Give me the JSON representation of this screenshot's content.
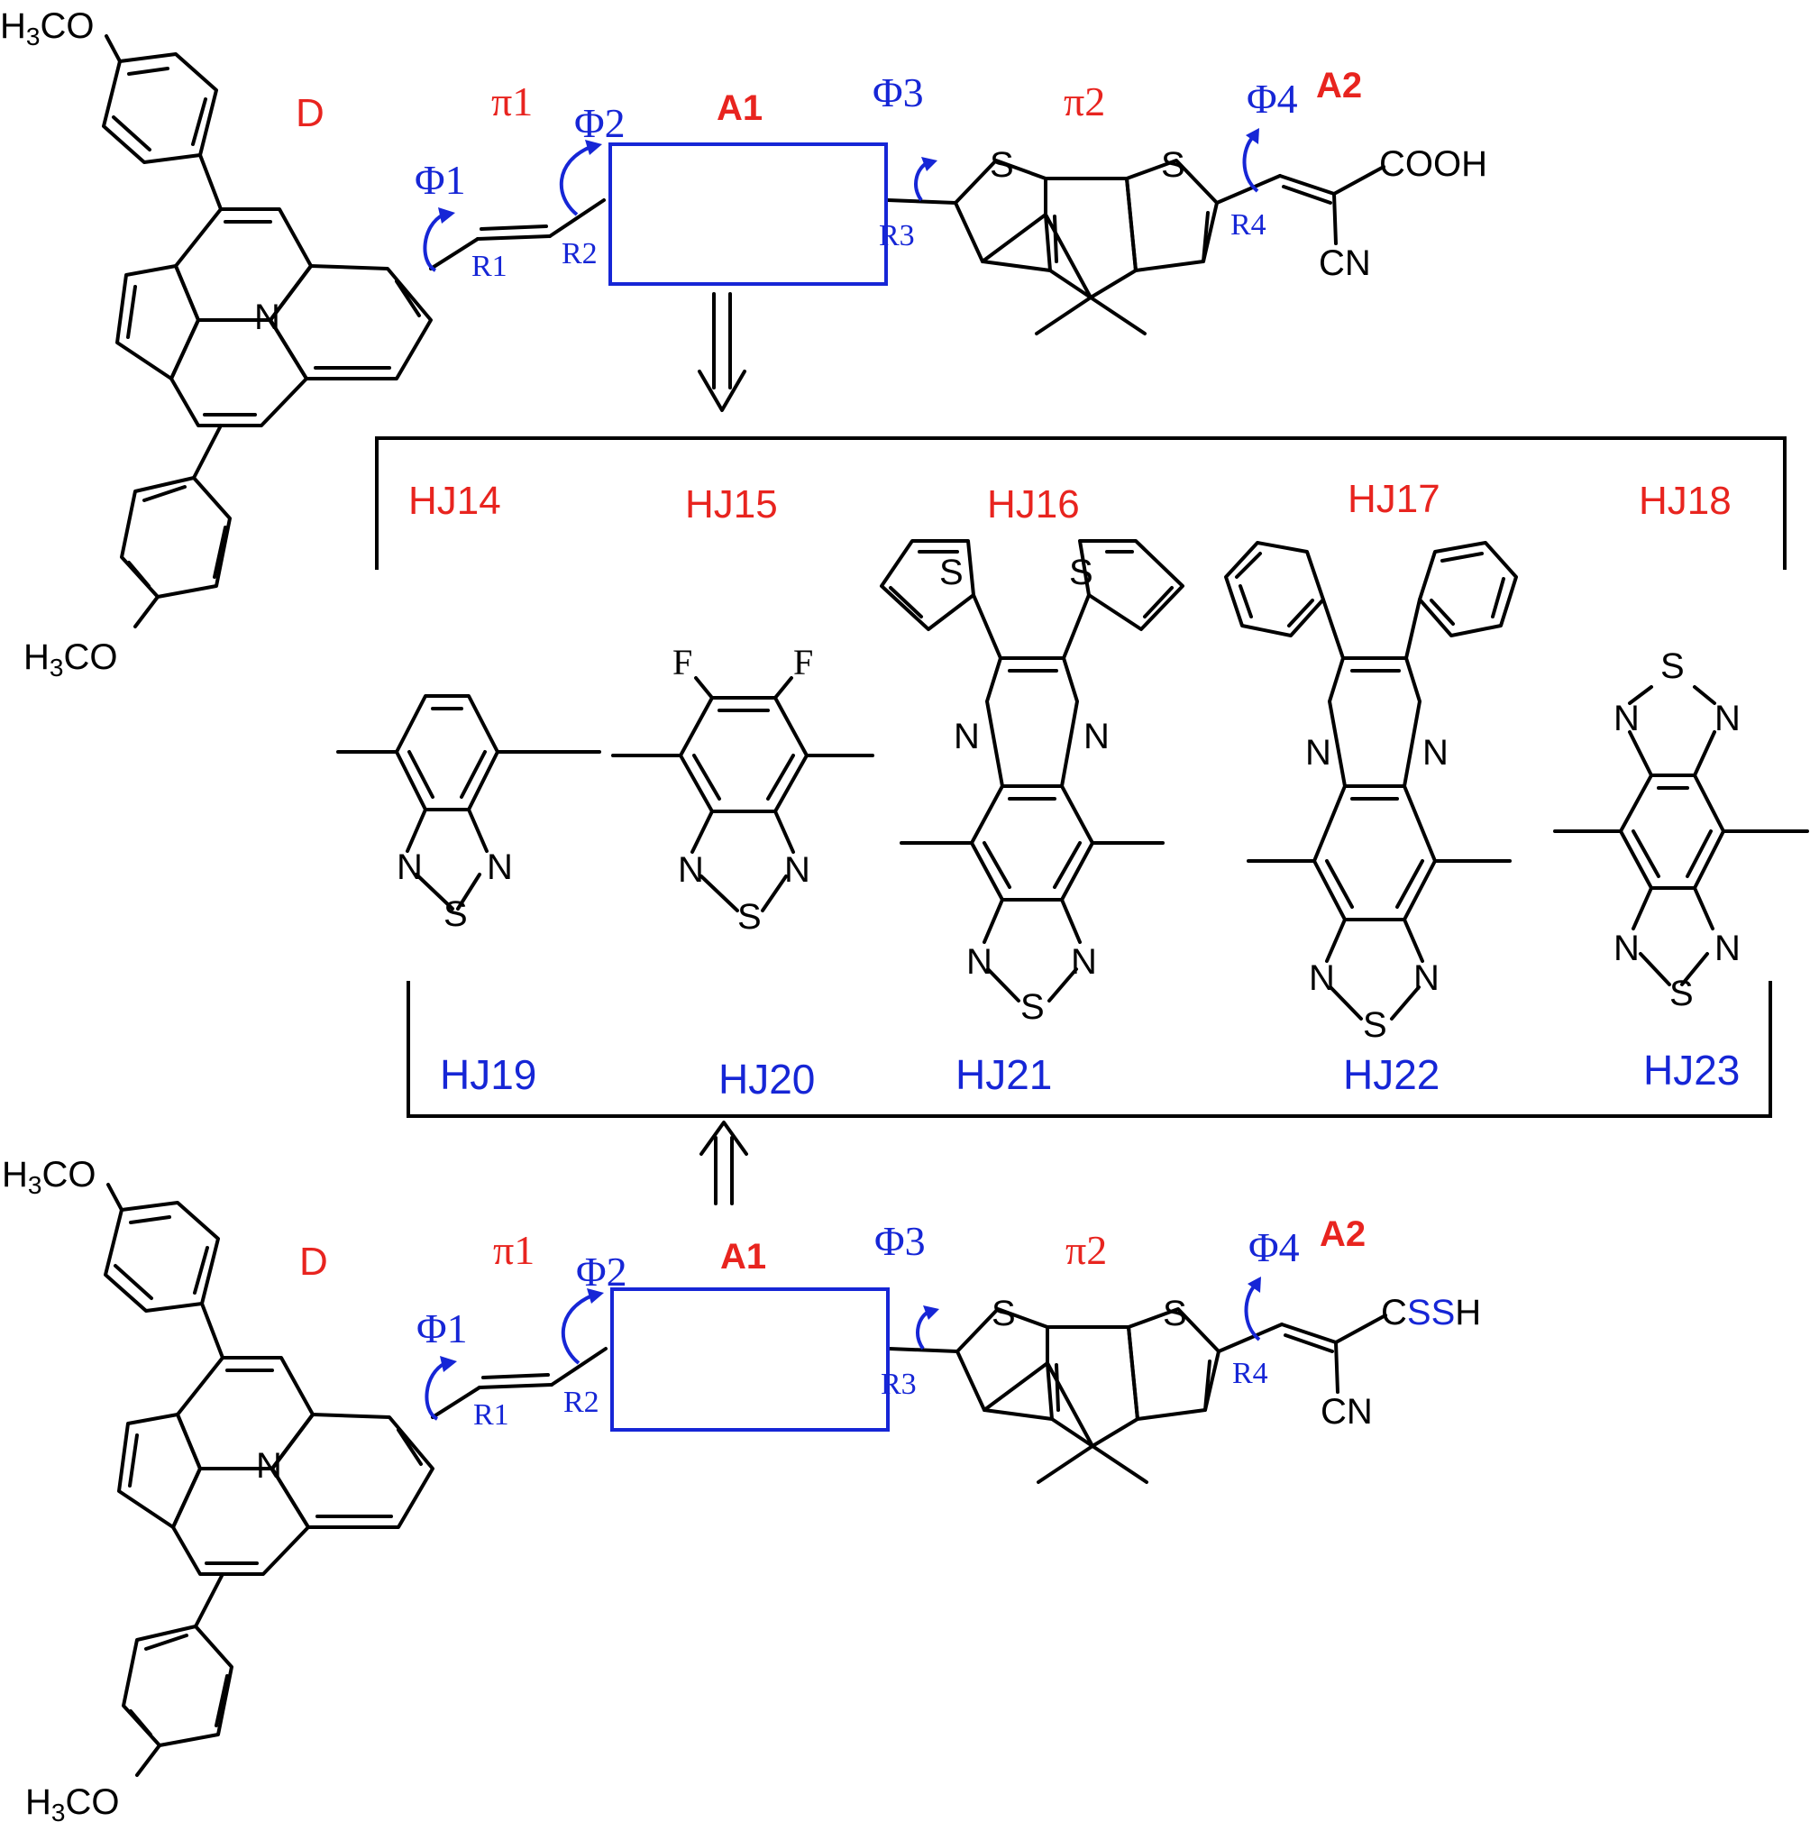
{
  "colors": {
    "red": "#e8241f",
    "blue": "#1626d6",
    "black": "#000000"
  },
  "top_molecule": {
    "donor_label": "D",
    "pi1_label": "π1",
    "a1_label": "A1",
    "pi2_label": "π2",
    "a2_label": "A2",
    "phi1": "Φ1",
    "phi2": "Φ2",
    "phi3": "Φ3",
    "phi4": "Φ4",
    "r1": "R1",
    "r2": "R2",
    "r3": "R3",
    "r4": "R4",
    "methoxy_top": "H3CO",
    "methoxy_bottom": "H3CO",
    "anchor_group": "COOH",
    "cyano": "CN"
  },
  "bottom_molecule": {
    "donor_label": "D",
    "pi1_label": "π1",
    "a1_label": "A1",
    "pi2_label": "π2",
    "a2_label": "A2",
    "phi1": "Φ1",
    "phi2": "Φ2",
    "phi3": "Φ3",
    "phi4": "Φ4",
    "r1": "R1",
    "r2": "R2",
    "r3": "R3",
    "r4": "R4",
    "methoxy_top": "H3CO",
    "methoxy_bottom": "H3CO",
    "anchor_group_black": "C",
    "anchor_group_blue": "SS",
    "anchor_group_tail": "H",
    "cyano": "CN"
  },
  "atoms": {
    "nitrogen": "N",
    "sulfur": "S",
    "fluorine": "F"
  },
  "dyes_cooh": [
    "HJ14",
    "HJ15",
    "HJ16",
    "HJ17",
    "HJ18"
  ],
  "dyes_cssh": [
    "HJ19",
    "HJ20",
    "HJ21",
    "HJ22",
    "HJ23"
  ]
}
